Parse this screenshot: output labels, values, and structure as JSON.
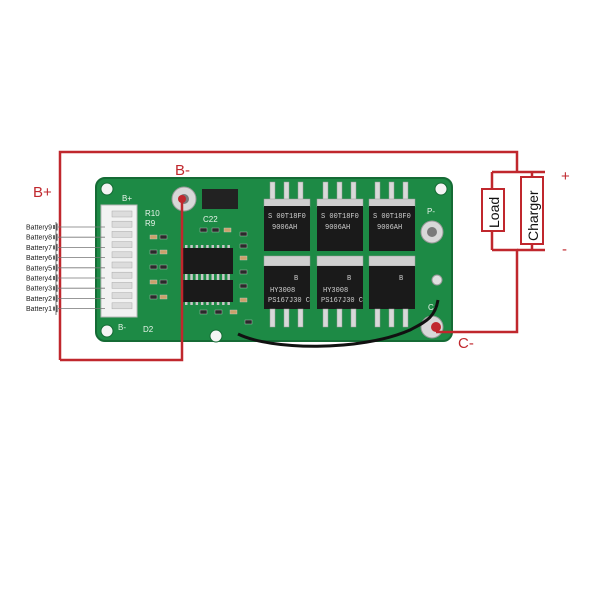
{
  "labels": {
    "b_minus": "B-",
    "b_plus": "B+",
    "c_minus": "C-",
    "plus": "+",
    "minus": "-",
    "load": "Load",
    "charger": "Charger"
  },
  "batteries": [
    "Battery9",
    "Battery8",
    "Battery7",
    "Battery6",
    "Battery5",
    "Battery4",
    "Battery3",
    "Battery2",
    "Battery1"
  ],
  "board": {
    "silk_b_plus": "B+",
    "silk_b_minus": "B-",
    "silk_c_minus": "C-",
    "silk_p_minus": "P-",
    "silk_c22": "C22",
    "silk_r10": "R10",
    "silk_r9": "R9",
    "silk_d2": "D2"
  },
  "mosfets_top": [
    {
      "line1": "S 00T18F0",
      "line2": "9006AH"
    },
    {
      "line1": "S 00T18F0",
      "line2": "9006AH"
    },
    {
      "line1": "S 00T18F0",
      "line2": "9006AH"
    }
  ],
  "mosfets_bottom": [
    {
      "mark": "B",
      "line1": "HY3008",
      "line2": "PS167J30 C"
    },
    {
      "mark": "B",
      "line1": "HY3008",
      "line2": "PS167J30 C"
    },
    {
      "mark": "B",
      "line1": "",
      "line2": ""
    }
  ],
  "colors": {
    "wire": "#c0272d",
    "pcb": "#1d8a45",
    "pcb_edge": "#156b35",
    "chip": "#1a1a1a"
  }
}
